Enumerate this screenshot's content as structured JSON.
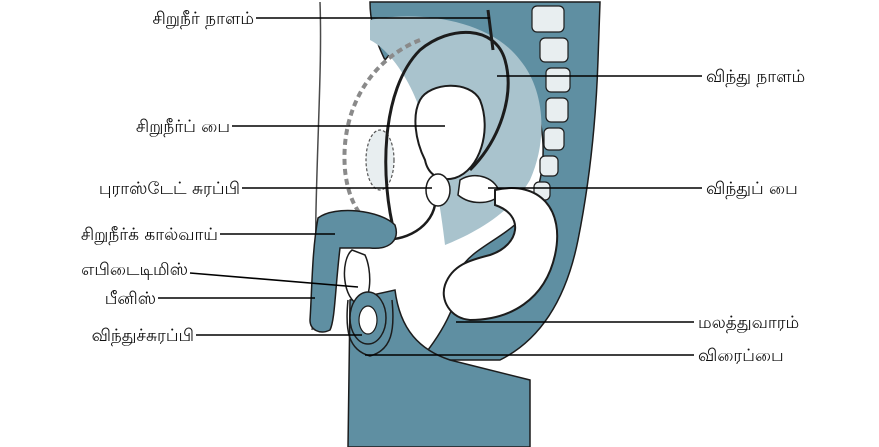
{
  "diagram": {
    "colors": {
      "tissue": "#5f8fa2",
      "tissue_light": "#a9c3cd",
      "organ_fill": "#ffffff",
      "outline": "#1c1c1c",
      "label_line": "#000000",
      "dashed_wall": "#8a8a8a"
    },
    "labels_left": {
      "urethra_upper": "சிறுநீர் நாளம்",
      "bladder": "சிறுநீர்ப்  பை",
      "prostate": "புராஸ்டேட் சுரப்பி",
      "urethral_canal": "சிறுநீர்க் கால்வாய்",
      "epididymis": "எபிடைடிமிஸ்",
      "penis": "பீனிஸ்",
      "testis": "விந்துச்சுரப்பி"
    },
    "labels_right": {
      "vas_deferens": "விந்து நாளம்",
      "seminal_vesicle": "விந்துப் பை",
      "anus": "மலத்துவாரம்",
      "scrotum": "விரைப்பை"
    }
  }
}
